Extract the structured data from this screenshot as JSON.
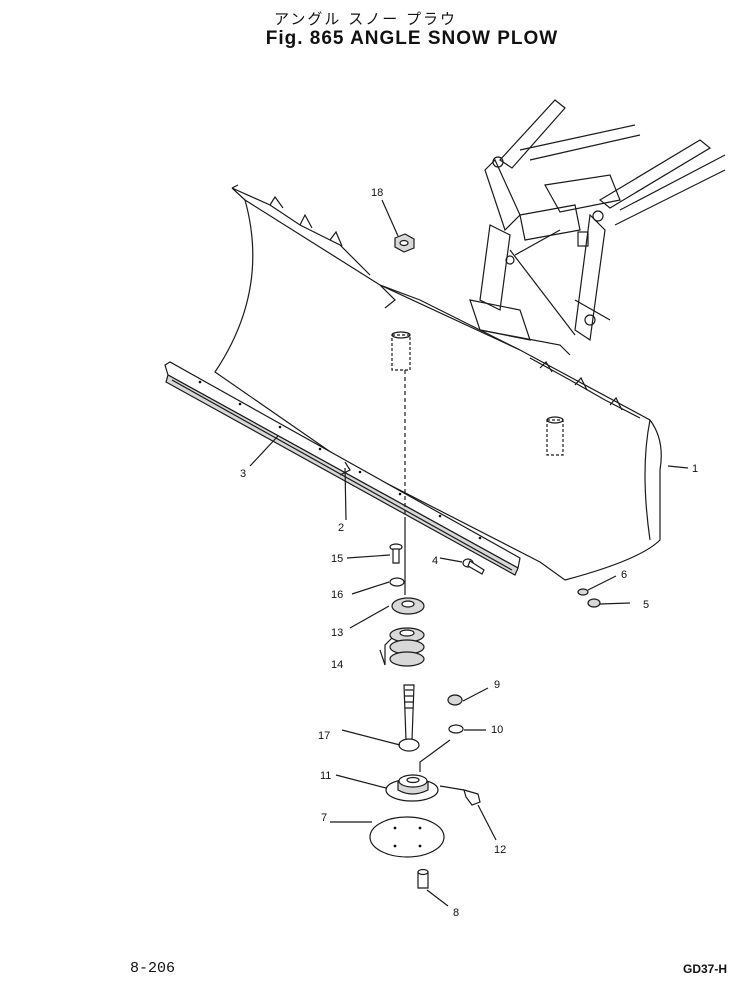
{
  "header": {
    "title_jp": "アングル スノー プラウ",
    "title_en": "Fig. 865 ANGLE SNOW PLOW"
  },
  "footer": {
    "page_number": "8-206",
    "model_code": "GD37-H"
  },
  "callouts": {
    "c1": "1",
    "c2": "2",
    "c3": "3",
    "c4": "4",
    "c5": "5",
    "c6": "6",
    "c7": "7",
    "c8": "8",
    "c9": "9",
    "c10": "10",
    "c11": "11",
    "c12": "12",
    "c13": "13",
    "c14": "14",
    "c15": "15",
    "c16": "16",
    "c17": "17",
    "c18": "18"
  }
}
